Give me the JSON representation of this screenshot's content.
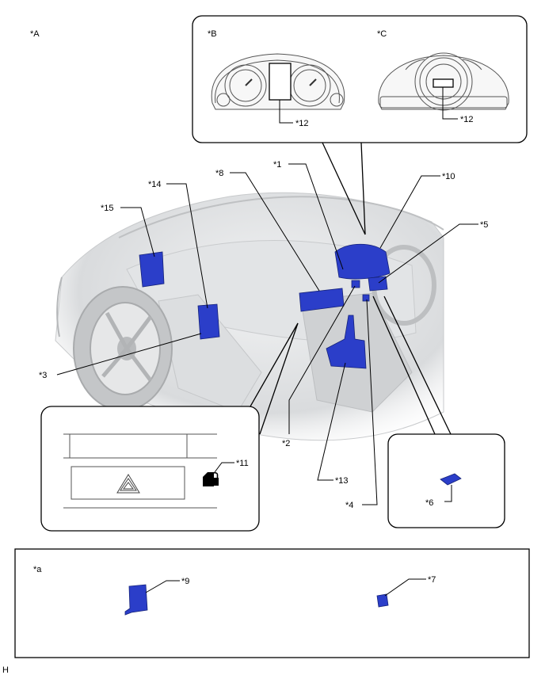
{
  "view_labels": {
    "view_a": "*A",
    "view_b": "*B",
    "view_c": "*C",
    "view_a_lower": "*a"
  },
  "callouts": {
    "c1": "*1",
    "c2": "*2",
    "c3": "*3",
    "c4": "*4",
    "c5": "*5",
    "c6": "*6",
    "c7": "*7",
    "c8": "*8",
    "c9": "*9",
    "c10": "*10",
    "c11": "*11",
    "c12_b": "*12",
    "c12_c": "*12",
    "c13": "*13",
    "c14": "*14",
    "c15": "*15"
  },
  "footer_code": "H",
  "colors": {
    "component_blue": "#2b3ec9",
    "car_gray": "#d4d6d8",
    "line": "#000000"
  }
}
